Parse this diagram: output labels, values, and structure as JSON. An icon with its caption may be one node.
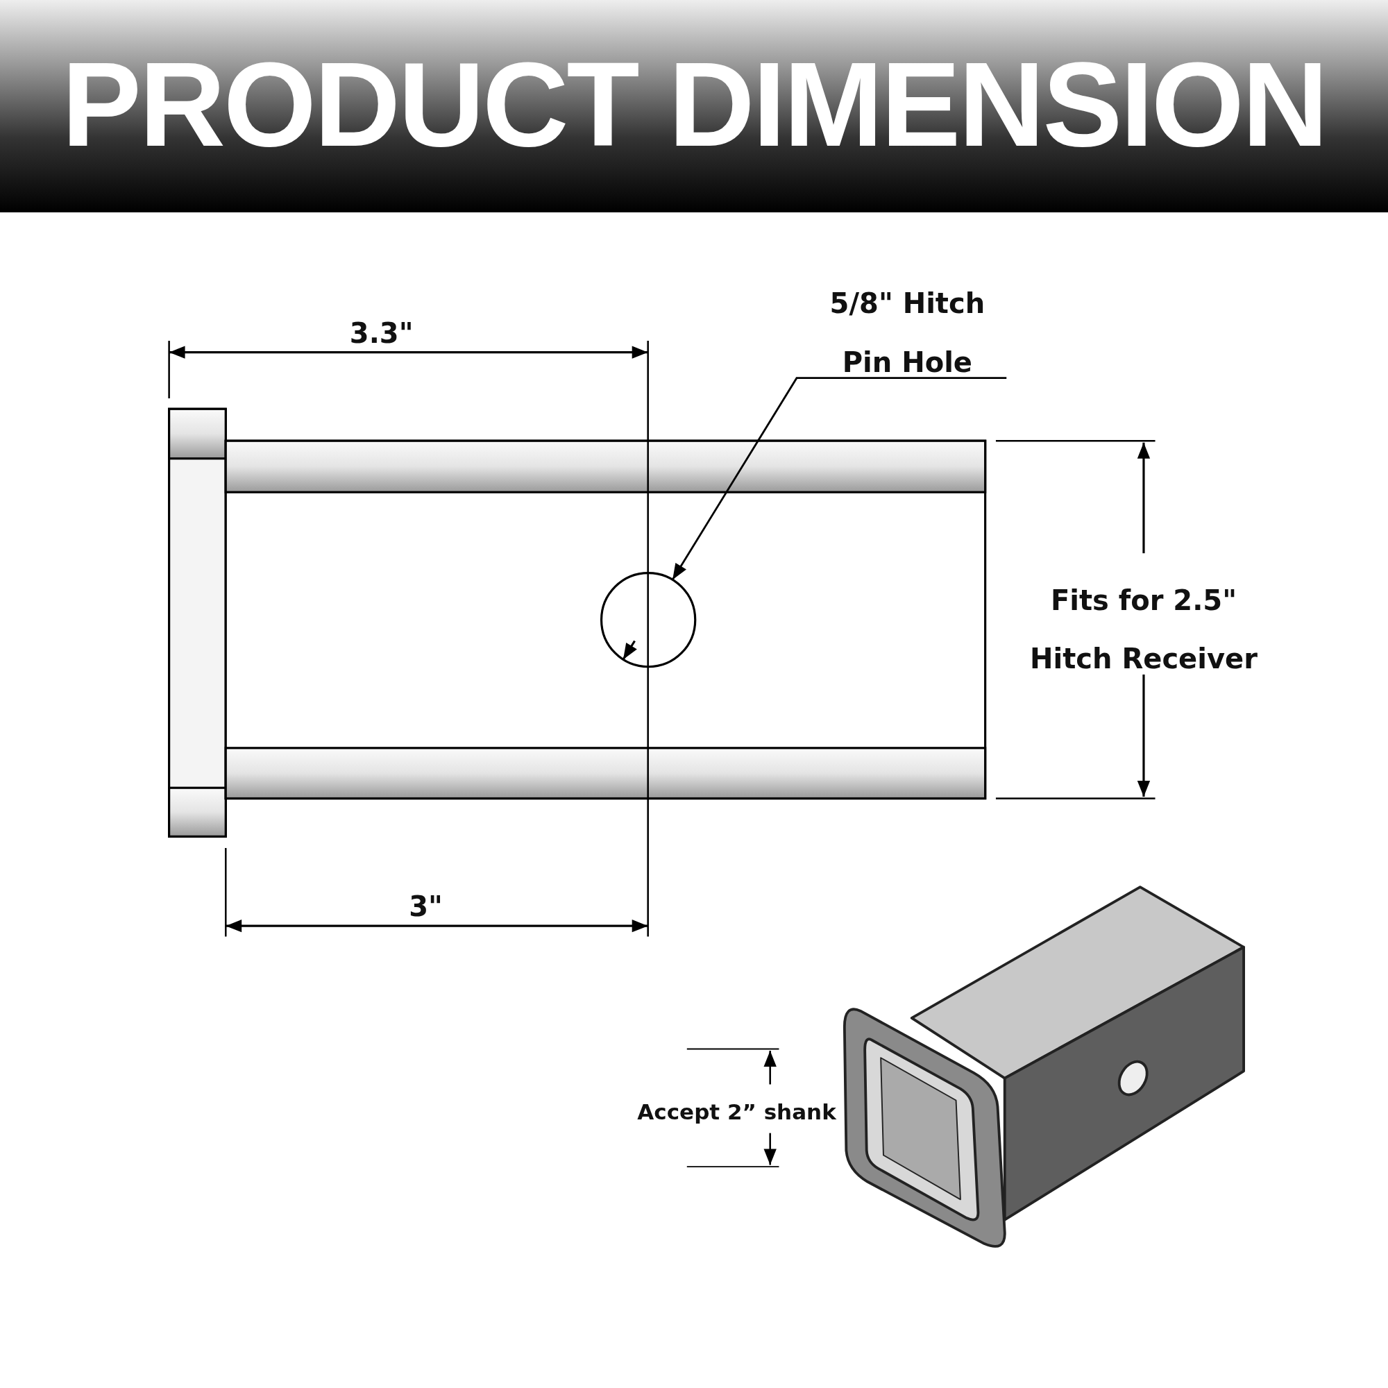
{
  "diagram": {
    "title": "PRODUCT DIMENSION",
    "nodes": [
      {
        "text": [
          "5/8\" Hitch Pin Hole"
        ]
      },
      {
        "text": [],
        "shape": "circle"
      }
    ],
    "edges": [
      {
        "from": 0,
        "to": 1,
        "arrow": "to"
      }
    ],
    "labels": [
      "3.3\"",
      "Fits for 2.5\" Hitch Receiver",
      "3\"",
      "Accept 2” shank"
    ]
  }
}
